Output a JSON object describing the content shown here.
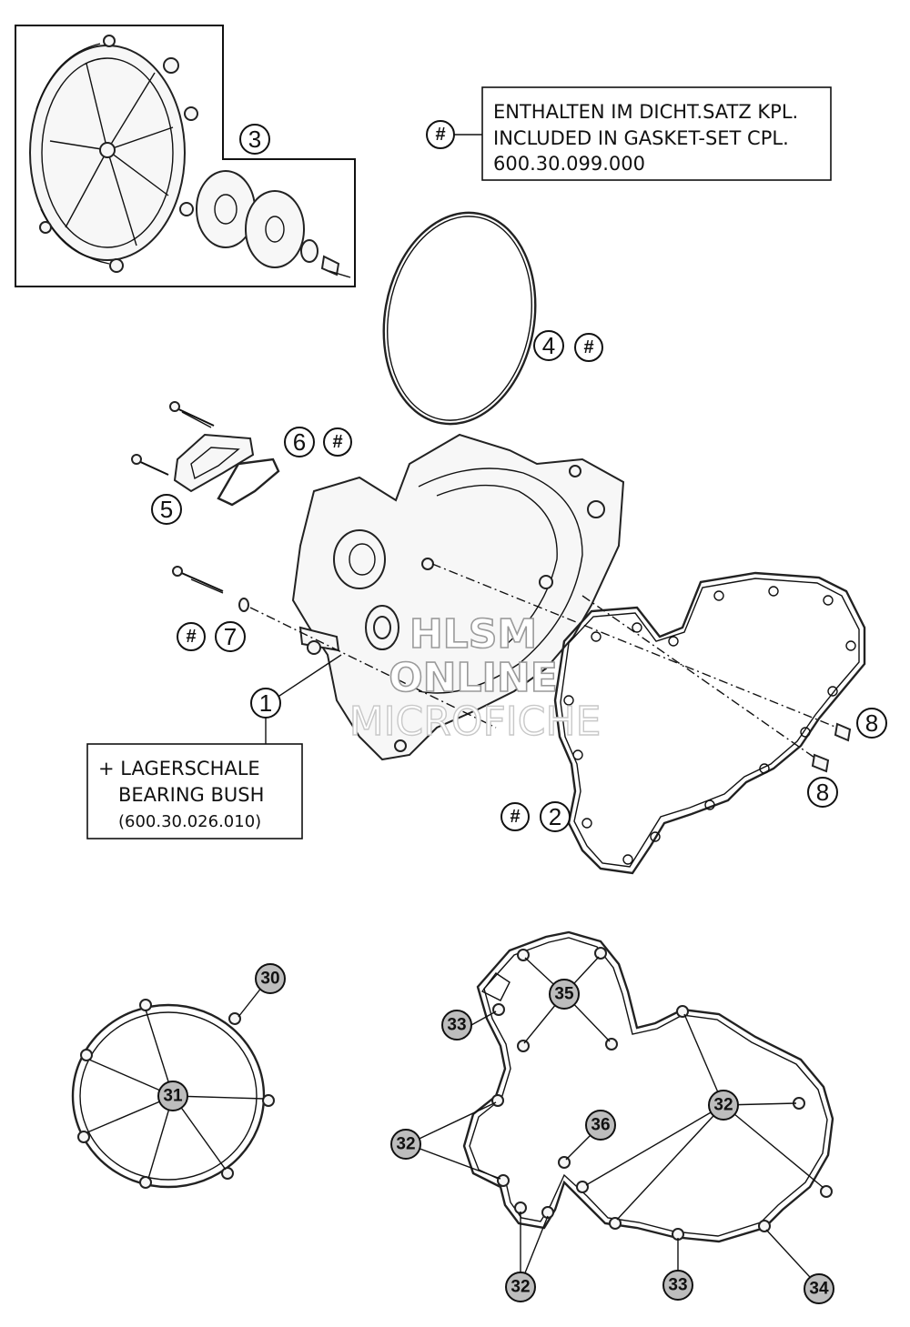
{
  "legend_box": {
    "symbol": "#",
    "line1": "ENTHALTEN IM DICHT.SATZ KPL.",
    "line2": "INCLUDED IN GASKET-SET CPL.",
    "line3": "600.30.099.000"
  },
  "note_box": {
    "line1": "+ LAGERSCHALE",
    "line2": "BEARING BUSH",
    "line3": "(600.30.026.010)"
  },
  "callouts": {
    "c1": "1",
    "c2": "2",
    "c3": "3",
    "c4": "4",
    "c5": "5",
    "c6": "6",
    "c7": "7",
    "c8a": "8",
    "c8b": "8",
    "c30": "30",
    "c31": "31",
    "c32a": "32",
    "c32b": "32",
    "c32c": "32",
    "c33a": "33",
    "c33b": "33",
    "c34": "34",
    "c35": "35",
    "c36": "36"
  },
  "hash_marks": {
    "h_legend": "#",
    "h4": "#",
    "h6": "#",
    "h7": "#",
    "h2": "#"
  },
  "watermark": {
    "line1": "HLSM",
    "line2": "ONLINE",
    "line3": "MICROFICHE"
  }
}
